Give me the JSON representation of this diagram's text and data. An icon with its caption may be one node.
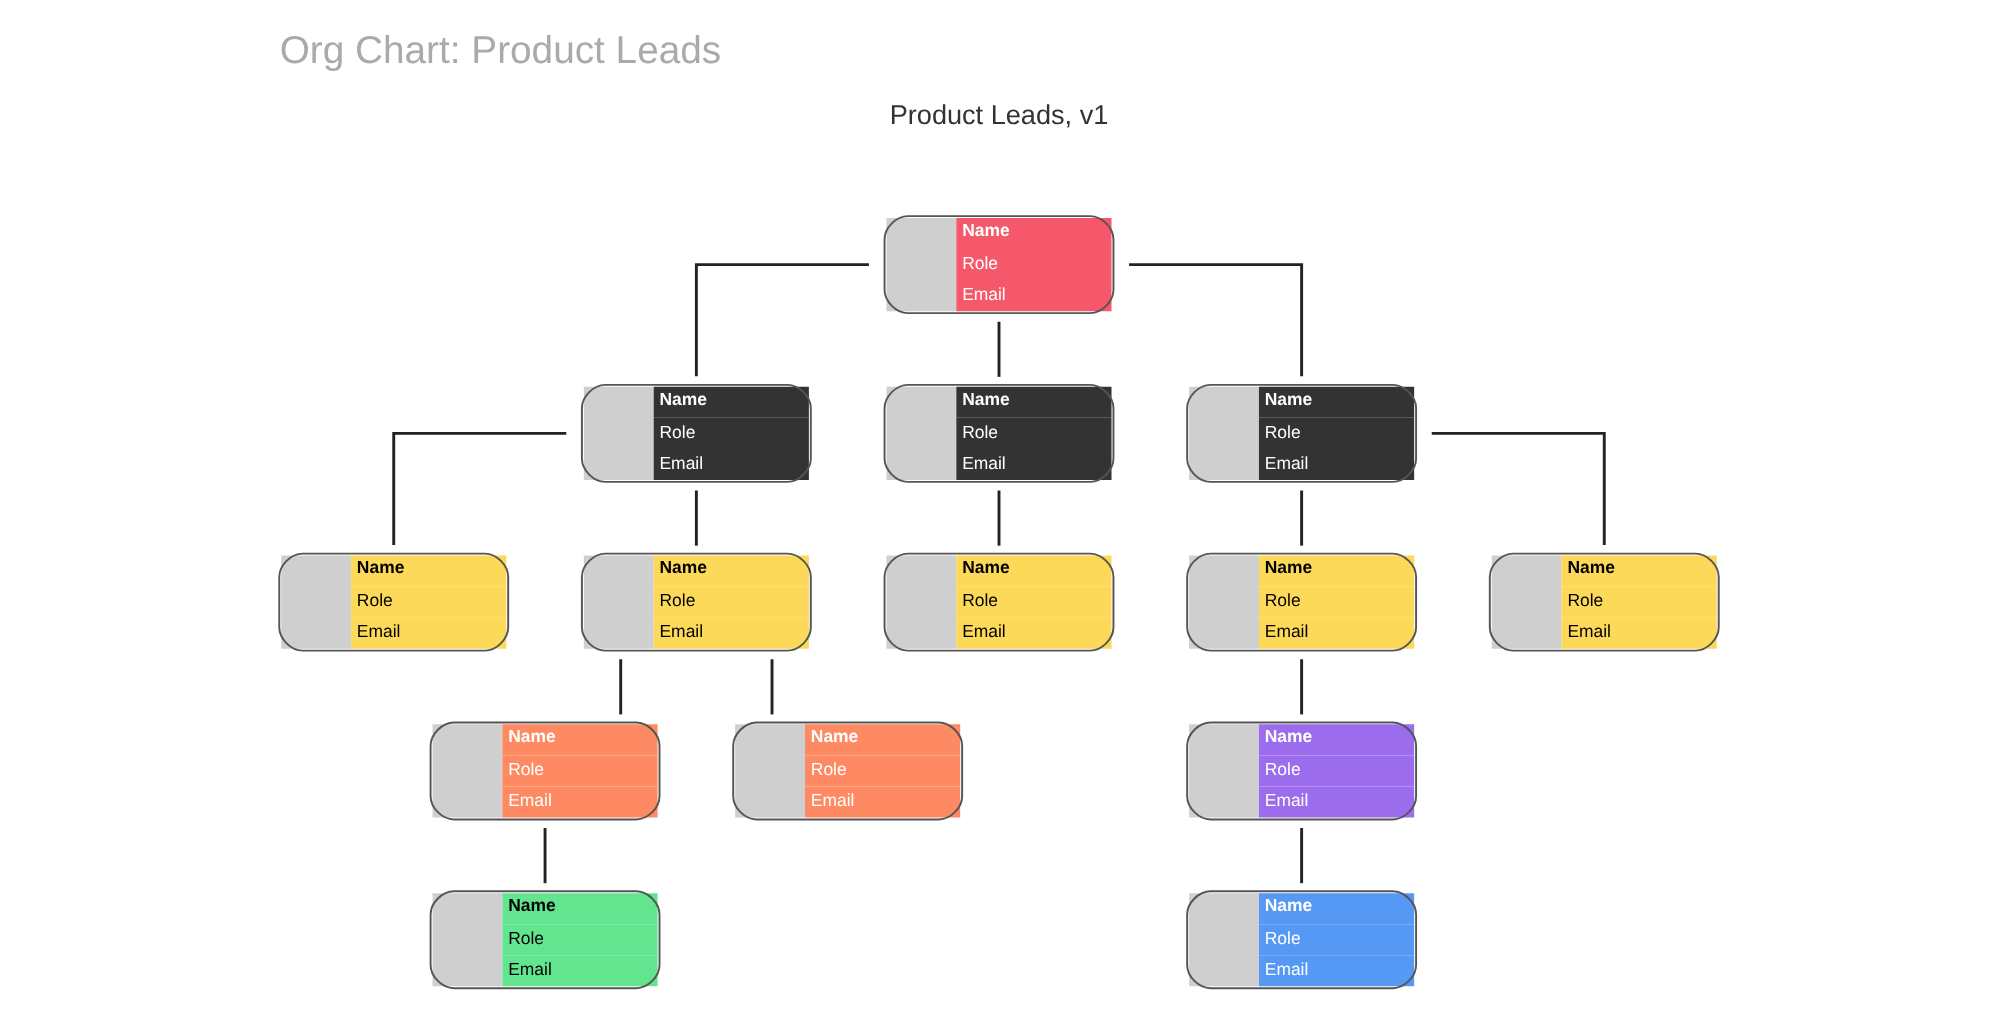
{
  "diagram": {
    "title": "Org Chart: Product Leads",
    "nodes": [
      {
        "text": [
          "Name",
          "Role",
          "Email"
        ]
      },
      {
        "text": [
          "Name",
          "Role",
          "Email"
        ]
      },
      {
        "text": [
          "Name",
          "Role",
          "Email"
        ]
      },
      {
        "text": [
          "Name",
          "Role",
          "Email"
        ]
      },
      {
        "text": [
          "Name",
          "Role",
          "Email"
        ]
      },
      {
        "text": [
          "Name",
          "Role",
          "Email"
        ]
      },
      {
        "text": [
          "Name",
          "Role",
          "Email"
        ]
      },
      {
        "text": [
          "Name",
          "Role",
          "Email"
        ]
      },
      {
        "text": [
          "Name",
          "Role",
          "Email"
        ]
      },
      {
        "text": [
          "Name",
          "Role",
          "Email"
        ]
      },
      {
        "text": [
          "Name",
          "Role",
          "Email"
        ]
      },
      {
        "text": [
          "Name",
          "Role",
          "Email"
        ]
      },
      {
        "text": [
          "Name",
          "Role",
          "Email"
        ]
      },
      {
        "text": [
          "Name",
          "Role",
          "Email"
        ]
      }
    ],
    "edges": [
      {
        "from": 0,
        "to": 1,
        "arrow": "none"
      },
      {
        "from": 0,
        "to": 2,
        "arrow": "none"
      },
      {
        "from": 0,
        "to": 3,
        "arrow": "none"
      },
      {
        "from": 1,
        "to": 4,
        "arrow": "none"
      },
      {
        "from": 1,
        "to": 5,
        "arrow": "none"
      },
      {
        "from": 2,
        "to": 6,
        "arrow": "none"
      },
      {
        "from": 3,
        "to": 7,
        "arrow": "none"
      },
      {
        "from": 3,
        "to": 8,
        "arrow": "none"
      },
      {
        "from": 5,
        "to": 9,
        "arrow": "none"
      },
      {
        "from": 5,
        "to": 10,
        "arrow": "none"
      },
      {
        "from": 7,
        "to": 11,
        "arrow": "none"
      },
      {
        "from": 9,
        "to": 12,
        "arrow": "none"
      },
      {
        "from": 11,
        "to": 13,
        "arrow": "none"
      }
    ],
    "labels": [
      "Product Leads, v1"
    ]
  }
}
